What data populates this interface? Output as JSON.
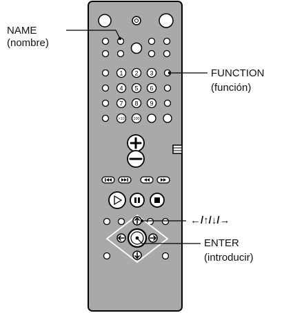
{
  "callouts": {
    "name": {
      "title": "NAME",
      "subtitle": "(nombre)"
    },
    "function": {
      "title": "FUNCTION",
      "subtitle": "(función)"
    },
    "arrows": {
      "title": "←/↑/↓/→"
    },
    "enter": {
      "title": "ENTER",
      "subtitle": "(introducir)"
    }
  },
  "remote": {
    "number_keys": [
      "1",
      "2",
      "3",
      "4",
      "5",
      "6",
      "7",
      "8",
      "9"
    ],
    "small_keys": [
      ">10",
      "100"
    ]
  },
  "colors": {
    "body": "#a9a9a9",
    "stroke": "#000000",
    "background": "#ffffff"
  }
}
